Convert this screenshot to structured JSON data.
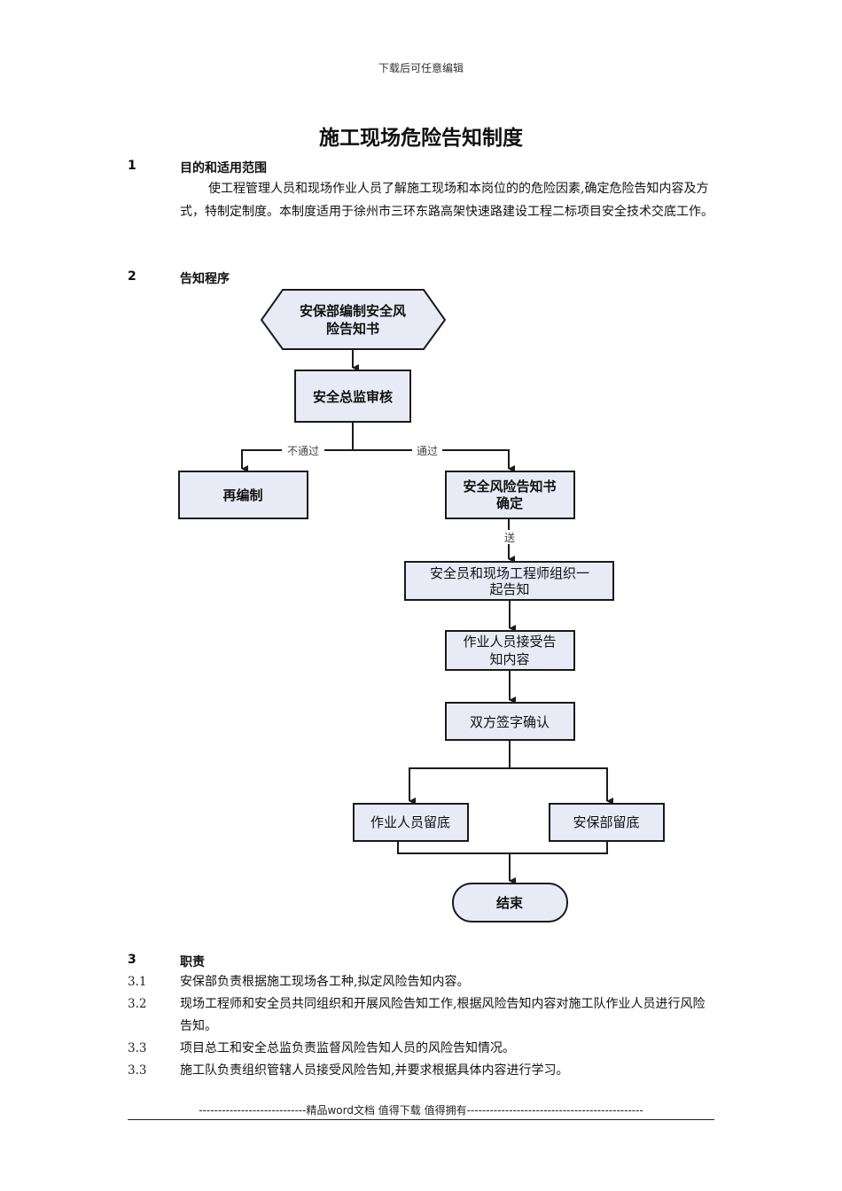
{
  "header_note": "下载后可任意编辑",
  "title": "施工现场危险告知制度",
  "sections": [
    {
      "num": "1",
      "title": "目的和适用范围"
    },
    {
      "num": "2",
      "title": "告知程序"
    },
    {
      "num": "3",
      "title": "职责"
    }
  ],
  "purpose_paragraph": "使工程管理人员和现场作业人员了解施工现场和本岗位的的危险因素,确定危险告知内容及方式，特制定制度。本制度适用于徐州市三环东路高架快速路建设工程二标项目安全技术交底工作。",
  "flowchart": {
    "start": [
      "安保部编制安全风",
      "险告知书"
    ],
    "review": "安全总监审核",
    "fail_label": "不通过",
    "pass_label": "通过",
    "recompile": "再编制",
    "confirm": [
      "安全风险告知书",
      "确定"
    ],
    "send_label": "送",
    "organize": [
      "安全员和现场工程师组织一",
      "起告知"
    ],
    "receive": [
      "作业人员接受告",
      "知内容"
    ],
    "sign": "双方签字确认",
    "keep_workers": "作业人员留底",
    "keep_safety": "安保部留底",
    "end": "结束"
  },
  "duties": [
    {
      "num": "3.1",
      "text": "安保部负责根据施工现场各工种,拟定风险告知内容。"
    },
    {
      "num": "3.2",
      "text": "现场工程师和安全员共同组织和开展风险告知工作,根据风险告知内容对施工队作业人员进行风险告知。"
    },
    {
      "num": "3.3",
      "text": "项目总工和安全总监负责监督风险告知人员的风险告知情况。"
    },
    {
      "num": "3.3",
      "text": "施工队负责组织管辖人员接受风险告知,并要求根据具体内容进行学习。"
    }
  ],
  "footer": "----------------------------精品word文档  值得下载  值得拥有----------------------------------------------",
  "colors": {
    "box_fill": "#e8eaf6",
    "box_stroke": "#1a1a1a",
    "line": "#1a1a1a"
  }
}
